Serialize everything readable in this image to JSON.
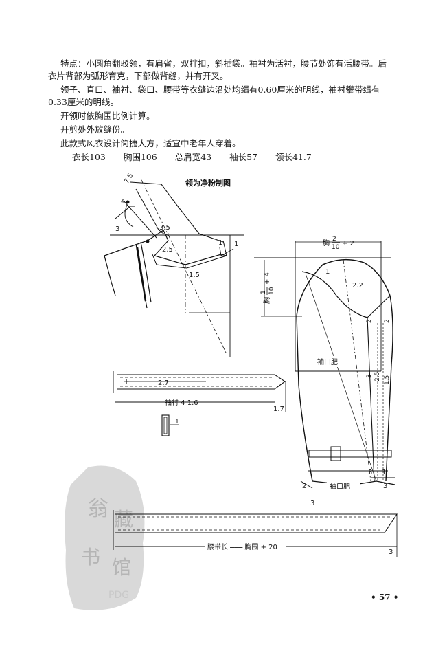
{
  "text": {
    "para1_line1": "特点：小圆角翻驳领，有肩省，双排扣，斜插袋。袖衬为活衬，腰节处饰有活腰带。后",
    "para1_line2": "衣片背部为弧形育克，下部做背缝，并有开叉。",
    "para2_line1": "领子、直口、袖衬、袋口、腰带等衣缝边沿处均缉有0.60厘米的明线，袖衬攀带缉有",
    "para2_line2": "0.33厘米的明线。",
    "para3": "开领时依胸围比例计算。",
    "para4": "开剪处外放缝份。",
    "para5": "此款式风衣设计简捷大方，适宜中老年人穿着。"
  },
  "specs": [
    "衣长103",
    "胸围106",
    "总肩宽43",
    "袖长57",
    "领长41.7"
  ],
  "diagram": {
    "collar_title": "领为净粉制图",
    "collar_labels": {
      "d7_5": "7.5",
      "d4": "4",
      "d3": "3",
      "d3_5": "3.5",
      "d2_5": "2.5",
      "d1a": "1",
      "d1b": "1",
      "d1_5": "1.5"
    },
    "sleeve_labels": {
      "top_frac_num": "2",
      "top_frac_den": "10",
      "top_prefix": "胸",
      "top_suffix": "+ 2",
      "side_frac_num": "1",
      "side_frac_den": "10",
      "side_prefix": "胸",
      "side_suffix": "+ 4",
      "d1": "1",
      "d2_2": "2.2",
      "cuff_width": "袖口肥",
      "cuff_width2": "袖口肥",
      "d2a": "2",
      "d2b": "2",
      "d3a": "3",
      "d2_5": "2.5",
      "d1_5": "1.5",
      "d3b": "3",
      "d1c": "1",
      "d2c": "2",
      "d3c": "3",
      "d3d": "3"
    },
    "tab_labels": {
      "d2_7": "2.7",
      "tab_length": "袖衬 4 1.6",
      "d1_7": "1.7",
      "d1": "1"
    },
    "belt_labels": {
      "belt_length": "腰带长 ═══ 胸围 + 20",
      "d3": "3"
    }
  },
  "page_number": "• 57 •",
  "watermark_text": "PDG"
}
